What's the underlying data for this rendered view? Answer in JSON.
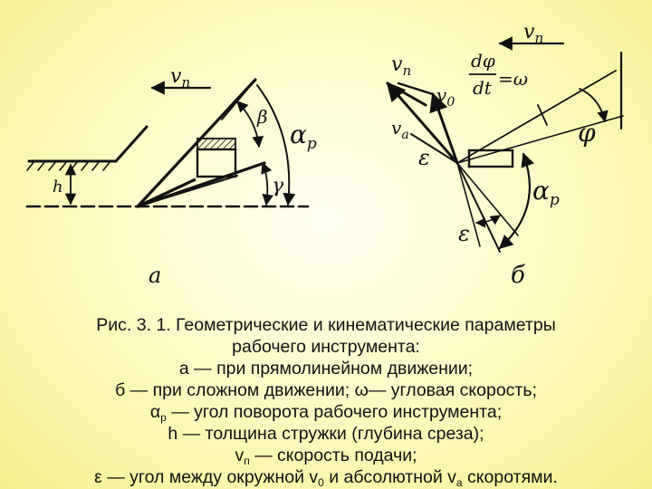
{
  "colors": {
    "background": "#f7f08e",
    "ink": "#111111"
  },
  "figure": {
    "left": {
      "label_speed": "v",
      "label_speed_sub": "п",
      "label_h": "h",
      "label_beta": "β",
      "label_alpha": "α",
      "label_alpha_sub": "р",
      "label_gamma": "γ",
      "label_letter": "а"
    },
    "right": {
      "label_speed_top": "v",
      "label_speed_top_sub": "п",
      "label_vp": "v",
      "label_vp_sub": "п",
      "label_v0": "v",
      "label_v0_sub": "0",
      "label_va": "v",
      "label_va_sub": "a",
      "label_dphi_num": "dφ",
      "label_dphi_den": "dt",
      "label_omega": "=ω",
      "label_phi": "φ",
      "label_eps": "ε",
      "label_eps2": "ε",
      "label_alpha": "α",
      "label_alpha_sub": "р",
      "label_letter": "б"
    }
  },
  "caption": {
    "line1": "Рис. 3. 1.  Геометрические и кинематические параметры",
    "line2": "рабочего инструмента:",
    "line3": "а — при прямолинейном движении;",
    "line4": "б — при сложном движении; ω— угловая скорость;",
    "line5_sym": "α",
    "line5_sub": "р",
    "line5_text": " — угол поворота рабочего инструмента;",
    "line6": "h — толщина стружки (глубина среза);",
    "line7_sym": "v",
    "line7_sub": "п",
    "line7_text": " — скорость подачи;",
    "line8_a": "ε — угол между окружной v",
    "line8_sub0": "0",
    "line8_b": " и абсолютной v",
    "line8_suba": "a",
    "line8_c": " скоротями."
  }
}
